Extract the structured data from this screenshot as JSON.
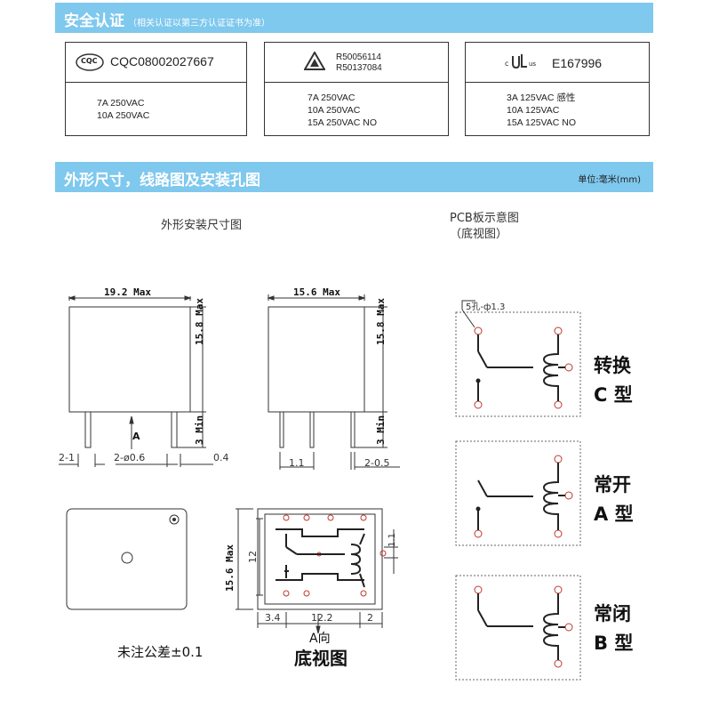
{
  "section1": {
    "title": "安全认证",
    "subtitle": "（相关认证以第三方认证证书为准）"
  },
  "certs": [
    {
      "logo": "CQC",
      "number": "CQC08002027667",
      "ratings": [
        "7A   250VAC",
        "10A  250VAC"
      ]
    },
    {
      "logo": "triangle-mark",
      "numbers": [
        "R50056114",
        "R50137084"
      ],
      "ratings": [
        "7A   250VAC",
        "10A  250VAC",
        "15A  250VAC  NO"
      ]
    },
    {
      "logo": "c",
      "logo2": "us",
      "number": "E167996",
      "ratings": [
        "3A   125VAC  感性",
        "10A  125VAC",
        "15A  125VAC  NO"
      ]
    }
  ],
  "section2": {
    "title": "外形尺寸，线路图及安装孔图",
    "unit": "单位:毫米(mm)"
  },
  "labels": {
    "outline": "外形安装尺寸图",
    "pcb": "PCB板示意图",
    "pcb_sub": "（底视图）",
    "tolerance": "未注公差±0.1",
    "a_dir": "A向",
    "bottom": "底视图"
  },
  "dims": {
    "w1": "19.2 Max",
    "h1": "15.8 Max",
    "pin1": "3 Min",
    "d21": "2-1",
    "d2phi": "2-ø0.6",
    "d04": "0.4",
    "arrowA": "A",
    "w2": "15.6 Max",
    "h2": "15.8 Max",
    "pin2": "3 Min",
    "d11": "1.1",
    "d205": "2-0.5",
    "h3": "15.6 Max",
    "d12": "12",
    "d34": "3.4",
    "d122": "12.2",
    "d2": "2",
    "d11b": "1.1",
    "holes": "5孔-ф1.3"
  },
  "types": [
    {
      "line1": "转换",
      "line2": "C 型"
    },
    {
      "line1": "常开",
      "line2": "A 型"
    },
    {
      "line1": "常闭",
      "line2": "B 型"
    }
  ],
  "colors": {
    "bar": "#7fc8ee",
    "barText": "#ffffff",
    "accent": "#c0392b"
  }
}
